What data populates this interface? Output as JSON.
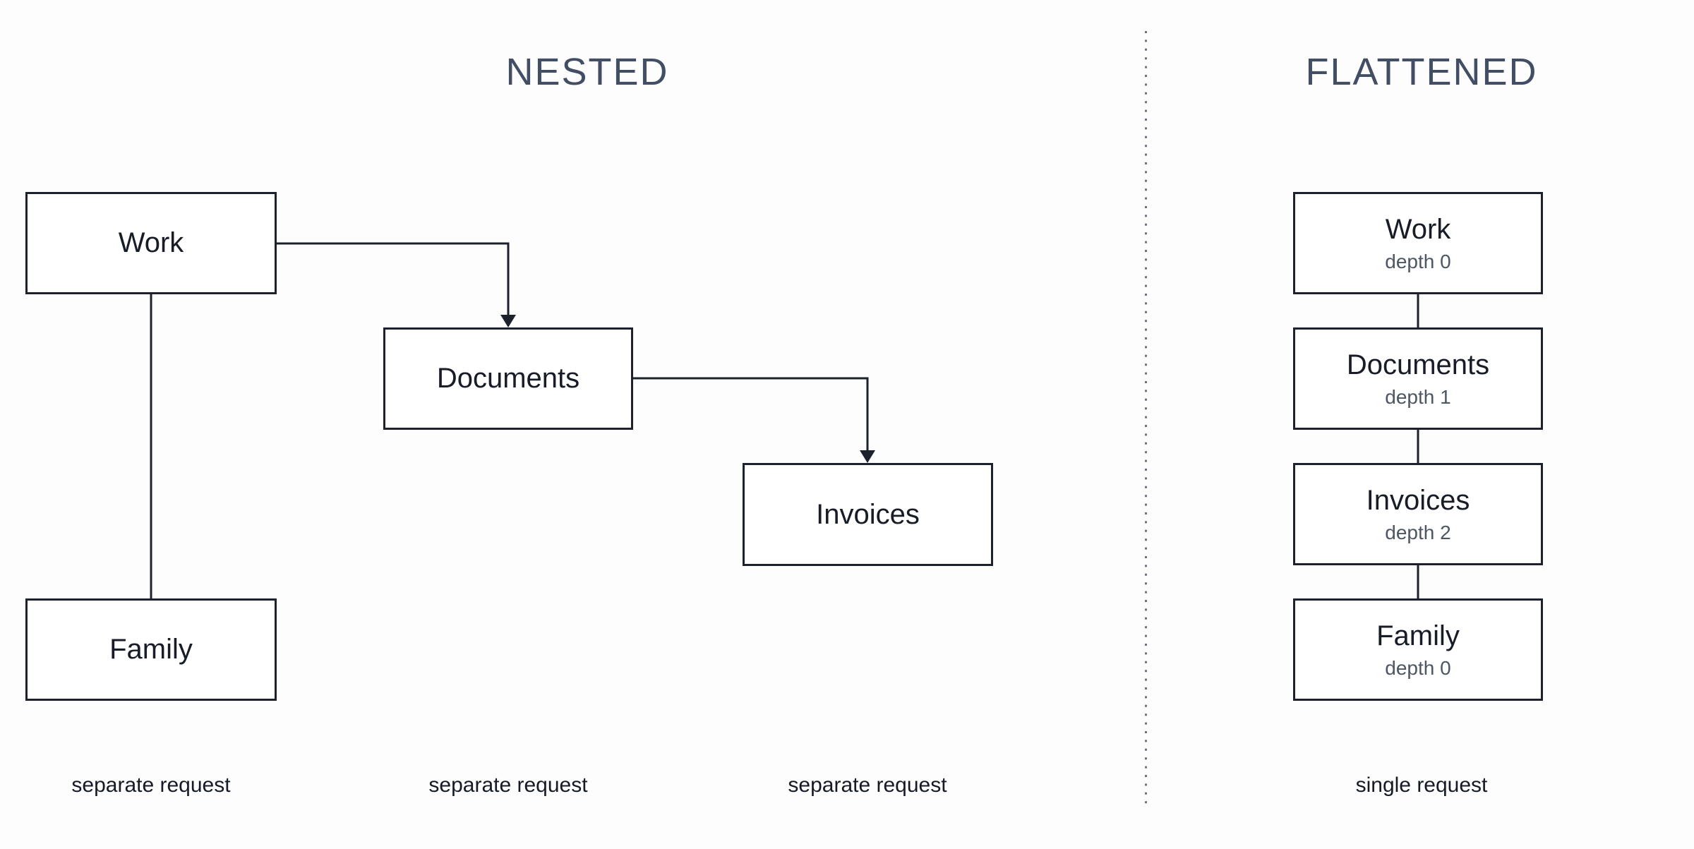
{
  "colors": {
    "background": "#fdfdfe",
    "box_border": "#1c212c",
    "connector": "#1c212c",
    "node_text": "#171c26",
    "depth_text": "#4d5665",
    "title_text": "#424e64",
    "caption_text": "#151a24",
    "separator_dots": "#6d7380"
  },
  "panels": {
    "nested": {
      "title": "NESTED",
      "nodes": [
        {
          "id": "work",
          "label": "Work"
        },
        {
          "id": "documents",
          "label": "Documents"
        },
        {
          "id": "invoices",
          "label": "Invoices"
        },
        {
          "id": "family",
          "label": "Family"
        }
      ],
      "edges": [
        {
          "from": "work",
          "to": "documents",
          "arrow": true
        },
        {
          "from": "documents",
          "to": "invoices",
          "arrow": true
        },
        {
          "from": "work",
          "to": "family",
          "arrow": false
        }
      ],
      "captions": [
        "separate request",
        "separate request",
        "separate request"
      ]
    },
    "flattened": {
      "title": "FLATTENED",
      "nodes": [
        {
          "id": "work",
          "label": "Work",
          "depth": "depth 0"
        },
        {
          "id": "documents",
          "label": "Documents",
          "depth": "depth 1"
        },
        {
          "id": "invoices",
          "label": "Invoices",
          "depth": "depth 2"
        },
        {
          "id": "family",
          "label": "Family",
          "depth": "depth 0"
        }
      ],
      "edges": [
        {
          "from": "work",
          "to": "documents",
          "arrow": false
        },
        {
          "from": "documents",
          "to": "invoices",
          "arrow": false
        },
        {
          "from": "invoices",
          "to": "family",
          "arrow": false
        }
      ],
      "caption": "single request"
    }
  }
}
